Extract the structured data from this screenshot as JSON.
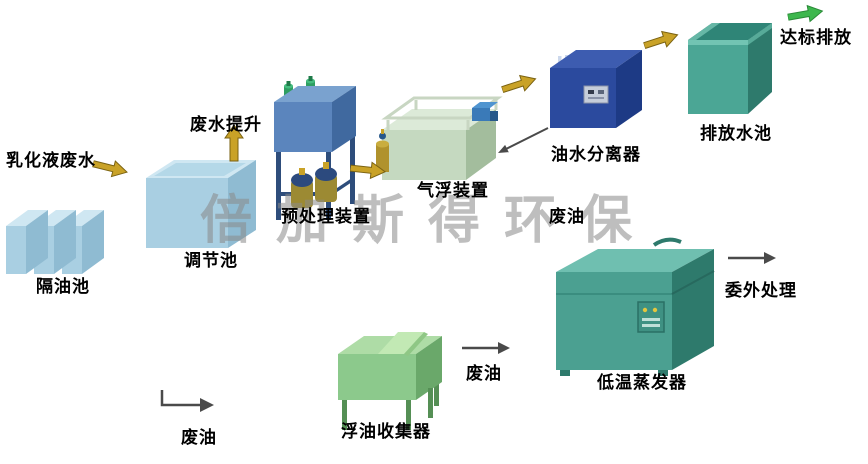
{
  "watermark": "倍加斯得环保",
  "flow_labels": {
    "emulsion_wastewater": "乳化液废水",
    "wastewater_lift": "废水提升",
    "compliant_discharge": "达标排放",
    "outsourced_treatment": "委外处理",
    "waste_oil_1": "废油",
    "waste_oil_2": "废油",
    "waste_oil_3": "废油"
  },
  "equipment_labels": {
    "oil_separation_tank": "隔油池",
    "regulation_tank": "调节池",
    "pretreatment_unit": "预处理装置",
    "air_flotation_unit": "气浮装置",
    "oil_water_separator": "油水分离器",
    "discharge_pool": "排放水池",
    "low_temp_evaporator": "低温蒸发器",
    "floating_oil_collector": "浮油收集器"
  },
  "colors": {
    "flow_arrow": "#c9a227",
    "discharge_arrow": "#3db74d",
    "waste_arrow": "#4a4a4a",
    "watermark_gray": "#8a8a8a",
    "light_tank_blue": "#a9cfe2",
    "pretreatment_blue": "#5b85bd",
    "separator_blue": "#2b4a9e",
    "pool_teal": "#4ba695",
    "collector_green": "#8cc98c"
  }
}
